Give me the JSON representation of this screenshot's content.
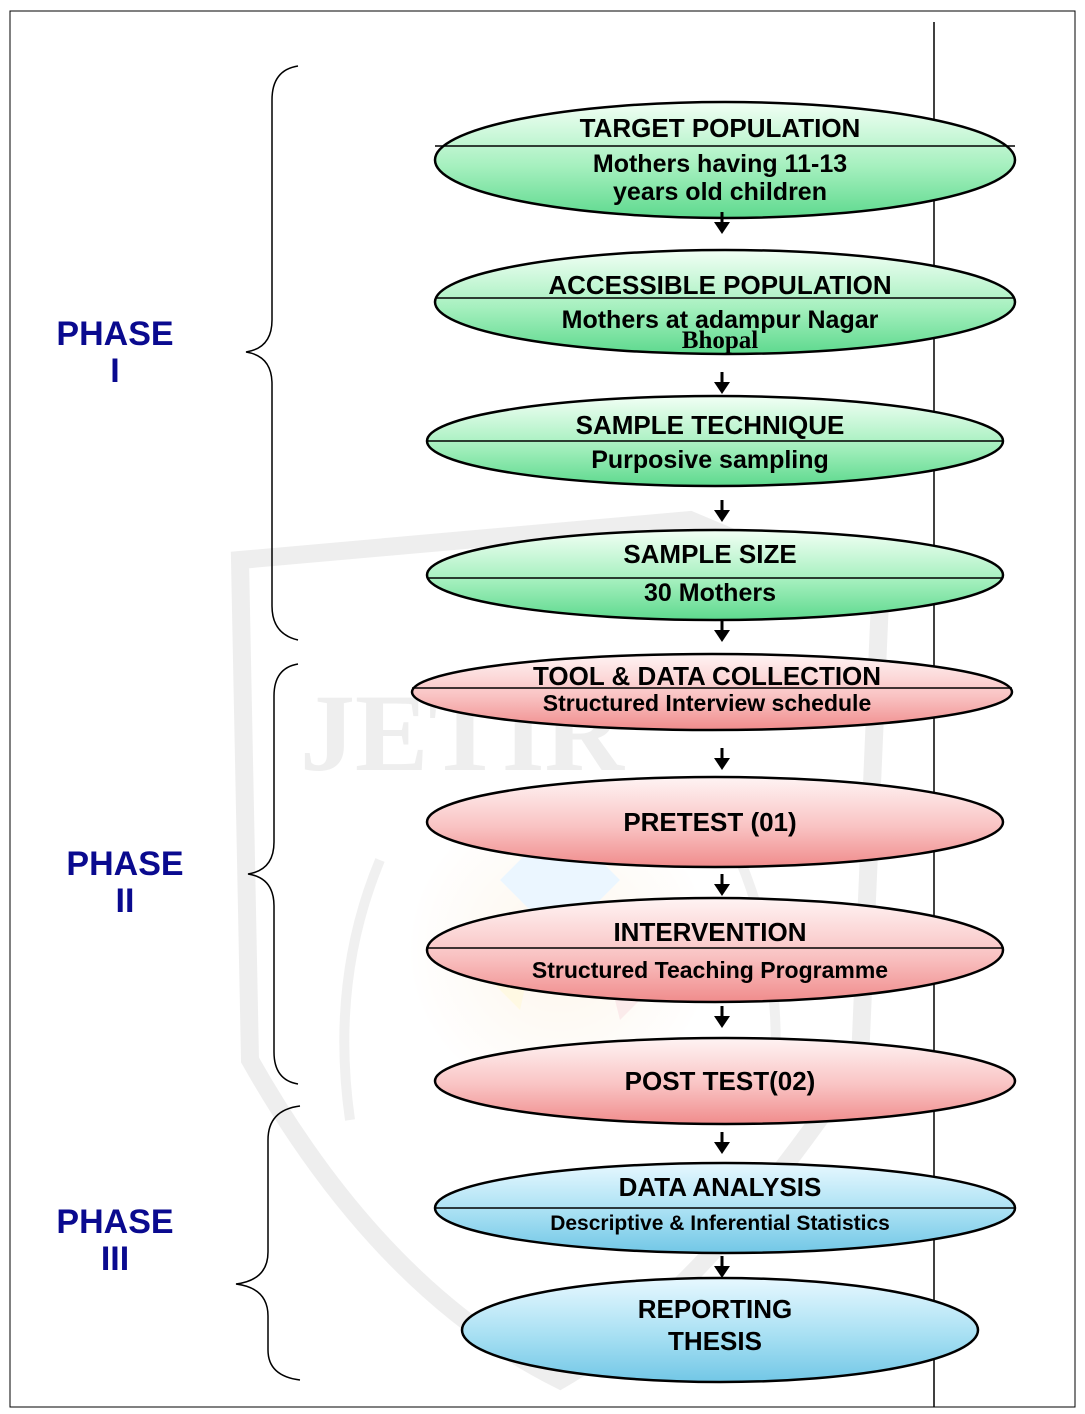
{
  "phases": [
    {
      "label_line1": "PHASE",
      "label_line2": "I"
    },
    {
      "label_line1": "PHASE",
      "label_line2": "II"
    },
    {
      "label_line1": "PHASE",
      "label_line2": "III"
    }
  ],
  "steps": [
    {
      "title": "TARGET POPULATION",
      "subtitle": "Mothers having 11-13 years old children",
      "phase": 1
    },
    {
      "title": "ACCESSIBLE POPULATION",
      "subtitle": "Mothers at adampur Nagar Bhopal",
      "phase": 1
    },
    {
      "title": "SAMPLE TECHNIQUE",
      "subtitle": "Purposive sampling",
      "phase": 1
    },
    {
      "title": "SAMPLE SIZE",
      "subtitle": "30 Mothers",
      "phase": 1
    },
    {
      "title": "TOOL & DATA COLLECTION",
      "subtitle": "Structured Interview schedule",
      "phase": 2
    },
    {
      "title": "PRETEST (01)",
      "subtitle": "",
      "phase": 2
    },
    {
      "title": "INTERVENTION",
      "subtitle": "Structured Teaching Programme",
      "phase": 2
    },
    {
      "title": "POST TEST(02)",
      "subtitle": "",
      "phase": 2
    },
    {
      "title": "DATA ANALYSIS",
      "subtitle": "Descriptive & Inferential Statistics",
      "phase": 3
    },
    {
      "title": "REPORTING THESIS",
      "subtitle": "",
      "phase": 3
    }
  ],
  "watermark_text": "JETIR",
  "colors": {
    "phase1_fill": "#7fe7a6",
    "phase2_fill": "#f6a9a9",
    "phase3_fill": "#8fd3ec",
    "label_color": "#0a0a8f"
  }
}
